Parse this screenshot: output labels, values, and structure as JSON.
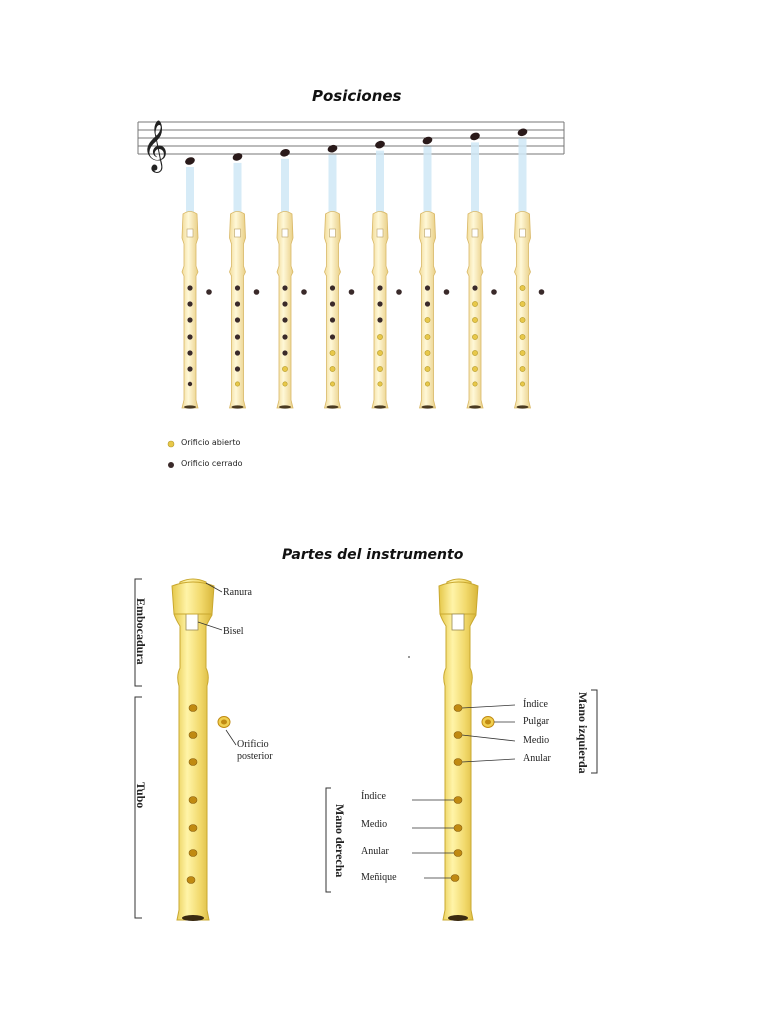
{
  "positions": {
    "title": "Posiciones",
    "legend": {
      "open_label": "Orificio abierto",
      "closed_label": "Orificio cerrado",
      "open_color": "#e8c84a",
      "closed_color": "#3a2a2a"
    },
    "fingerings": [
      {
        "thumb": "closed",
        "holes": [
          "closed",
          "closed",
          "closed",
          "closed",
          "closed",
          "closed",
          "closed"
        ]
      },
      {
        "thumb": "closed",
        "holes": [
          "closed",
          "closed",
          "closed",
          "closed",
          "closed",
          "closed",
          "open"
        ]
      },
      {
        "thumb": "closed",
        "holes": [
          "closed",
          "closed",
          "closed",
          "closed",
          "closed",
          "open",
          "open"
        ]
      },
      {
        "thumb": "closed",
        "holes": [
          "closed",
          "closed",
          "closed",
          "closed",
          "open",
          "open",
          "open"
        ]
      },
      {
        "thumb": "closed",
        "holes": [
          "closed",
          "closed",
          "closed",
          "open",
          "open",
          "open",
          "open"
        ]
      },
      {
        "thumb": "closed",
        "holes": [
          "closed",
          "closed",
          "open",
          "open",
          "open",
          "open",
          "open"
        ]
      },
      {
        "thumb": "closed",
        "holes": [
          "closed",
          "open",
          "open",
          "open",
          "open",
          "open",
          "open"
        ]
      },
      {
        "thumb": "closed",
        "holes": [
          "open",
          "open",
          "open",
          "open",
          "open",
          "open",
          "open"
        ]
      }
    ]
  },
  "parts": {
    "title": "Partes del instrumento",
    "left": {
      "embocadura": "Embocadura",
      "tubo": "Tubo",
      "ranura": "Ranura",
      "bisel": "Bisel",
      "orificio_line1": "Orificio",
      "orificio_line2": "posterior"
    },
    "right": {
      "mano_izquierda": "Mano izquierda",
      "mano_derecha": "Mano derecha",
      "left_hand": [
        "Índice",
        "Pulgar",
        "Medio",
        "Anular"
      ],
      "right_hand": [
        "Índice",
        "Medio",
        "Anular",
        "Meñique"
      ]
    }
  }
}
